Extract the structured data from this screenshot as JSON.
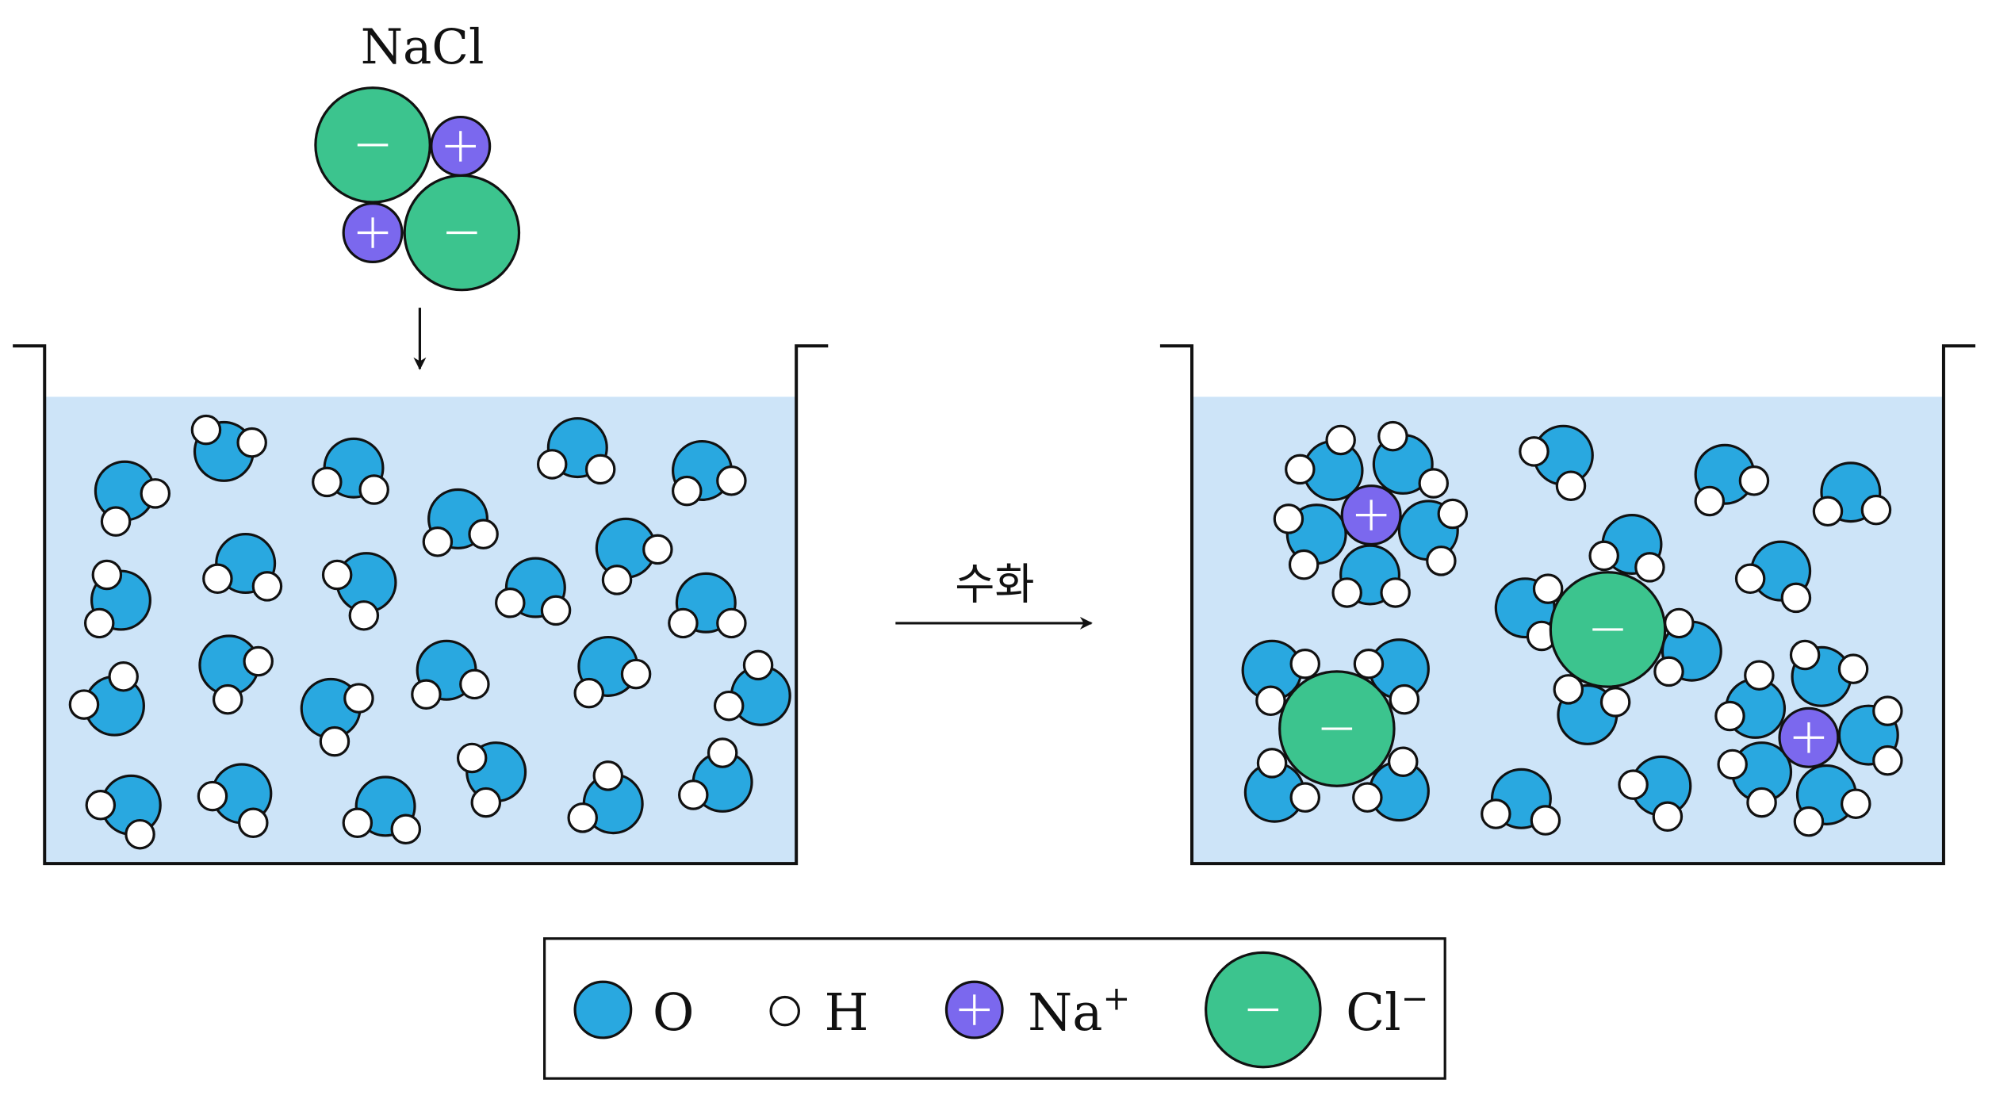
{
  "formula": "NaCl",
  "process_label": "수화",
  "legend": {
    "oxygen": "O",
    "hydrogen": "H",
    "sodium": "Na",
    "sodium_charge": "+",
    "chloride": "Cl",
    "chloride_charge": "−"
  },
  "colors": {
    "water": "#cde4f8",
    "oxygen": "#29a8e0",
    "hydrogen": "#ffffff",
    "sodium": "#7b68ee",
    "chloride": "#3cc48e",
    "outline": "#111111"
  }
}
